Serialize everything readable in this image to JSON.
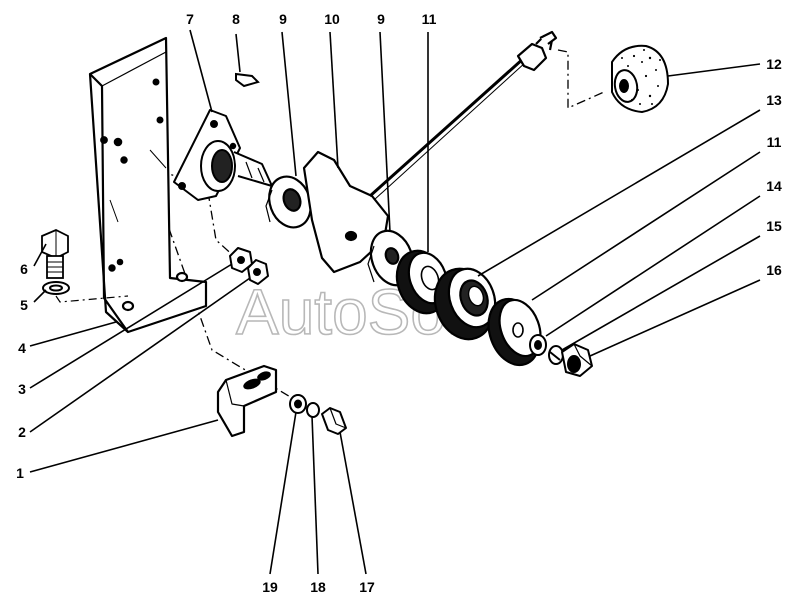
{
  "watermark": "AutoSoft",
  "callouts": {
    "n1": "1",
    "n2": "2",
    "n3": "3",
    "n4": "4",
    "n5": "5",
    "n6": "6",
    "n7": "7",
    "n8": "8",
    "n9a": "9",
    "n9b": "9",
    "n10": "10",
    "n11a": "11",
    "n11b": "11",
    "n12": "12",
    "n13": "13",
    "n14": "14",
    "n15": "15",
    "n16": "16",
    "n17": "17",
    "n18": "18",
    "n19": "19"
  }
}
